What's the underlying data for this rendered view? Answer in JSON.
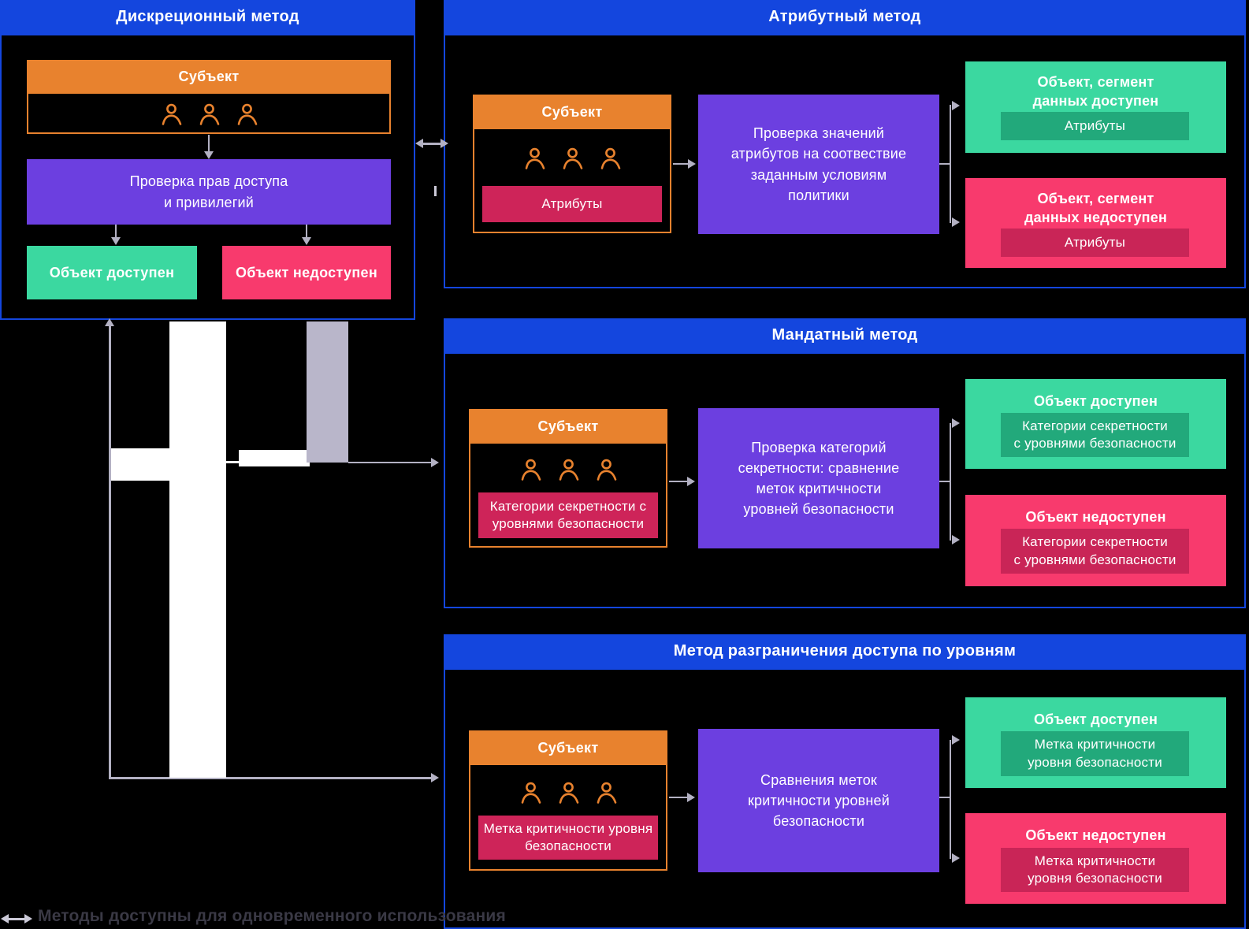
{
  "colors": {
    "background": "#000000",
    "panel_blue": "#1446DE",
    "orange": "#E8822E",
    "purple": "#6C3FE0",
    "green": "#3BD8A0",
    "green_dark": "#22A97B",
    "rose": "#F83A6D",
    "rose_dark": "#CE2459",
    "connector_gray": "#B3B1C3",
    "lavender_bar": "#B9B6CA",
    "white_bar": "#FFFFFF"
  },
  "panels": {
    "discretionary": {
      "title": "Дискреционный метод",
      "subject_label": "Субъект",
      "process": "Проверка прав доступа\nи привилегий",
      "allowed_label": "Объект доступен",
      "denied_label": "Объект недоступен"
    },
    "attribute": {
      "title": "Атрибутный метод",
      "subject_label": "Субъект",
      "subject_tag": "Атрибуты",
      "process": "Проверка значений\nатрибутов на соотвествие\nзаданным условиям\nполитики",
      "allowed_title": "Объект, сегмент\nданных доступен",
      "allowed_tag": "Атрибуты",
      "denied_title": "Объект, сегмент\nданных недоступен",
      "denied_tag": "Атрибуты"
    },
    "mandatory": {
      "title": "Мандатный метод",
      "subject_label": "Субъект",
      "subject_tag": "Категории секретности\nс уровнями безопасности",
      "process": "Проверка категорий\nсекретности: сравнение\nметок критичности\nуровней безопасности",
      "allowed_title": "Объект доступен",
      "allowed_tag": "Категории секретности\nс уровнями безопасности",
      "denied_title": "Объект недоступен",
      "denied_tag": "Категории секретности\nс уровнями безопасности"
    },
    "level": {
      "title": "Метод разграничения доступа по уровням",
      "subject_label": "Субъект",
      "subject_tag": "Метка критичности\nуровня безопасности",
      "process": "Сравнения меток\nкритичности уровней\nбезопасности",
      "allowed_title": "Объект доступен",
      "allowed_tag": "Метка критичности\nуровня безопасности",
      "denied_title": "Объект недоступен",
      "denied_tag": "Метка критичности\nуровня безопасности"
    }
  },
  "legend": {
    "label": "Методы доступны для одновременного использования"
  }
}
